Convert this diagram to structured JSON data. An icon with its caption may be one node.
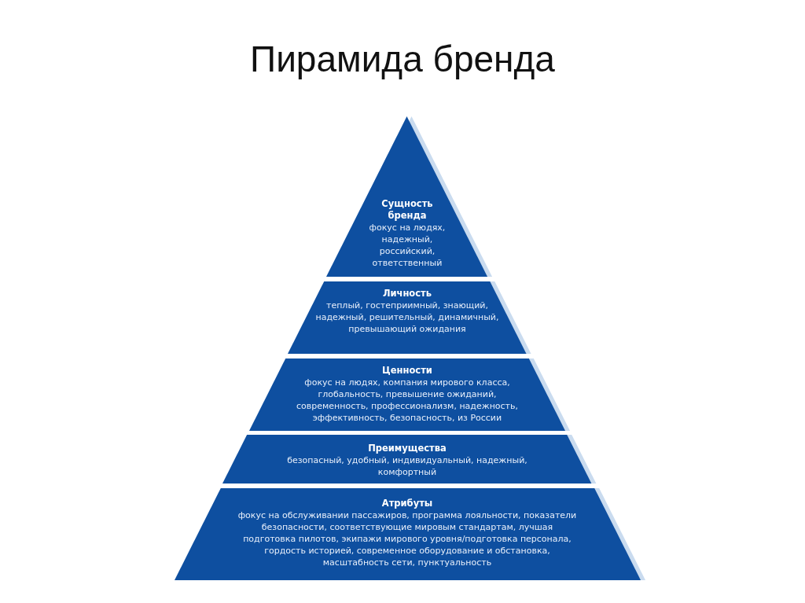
{
  "diagram": {
    "title": "Пирамида бренда",
    "nodes": [
      {
        "text": [
          "Сущность бренда",
          "фокус на людях, надежный, российский, ответственный"
        ]
      },
      {
        "text": [
          "Личность",
          "теплый, гостеприимный, знающий, надежный, решительный, динамичный, превышающий ожидания"
        ]
      },
      {
        "text": [
          "Ценности",
          "фокус на людях, компания мирового класса, глобальность, превышение ожиданий, современность, профессионализм, надежность, эффективность, безопасность, из России"
        ]
      },
      {
        "text": [
          "Преимущества",
          "безопасный, удобный, индивидуальный, надежный, комфортный"
        ]
      },
      {
        "text": [
          "Атрибуты",
          "фокус на обслуживании пассажиров, программа лояльности, показатели безопасности, соответствующие мировым стандартам, лучшая подготовка пилотов, экипажи мирового уровня/подготовка персонала, гордость историей, современное оборудование и обстановка, масштабность сети, пунктуальность"
        ]
      }
    ]
  }
}
